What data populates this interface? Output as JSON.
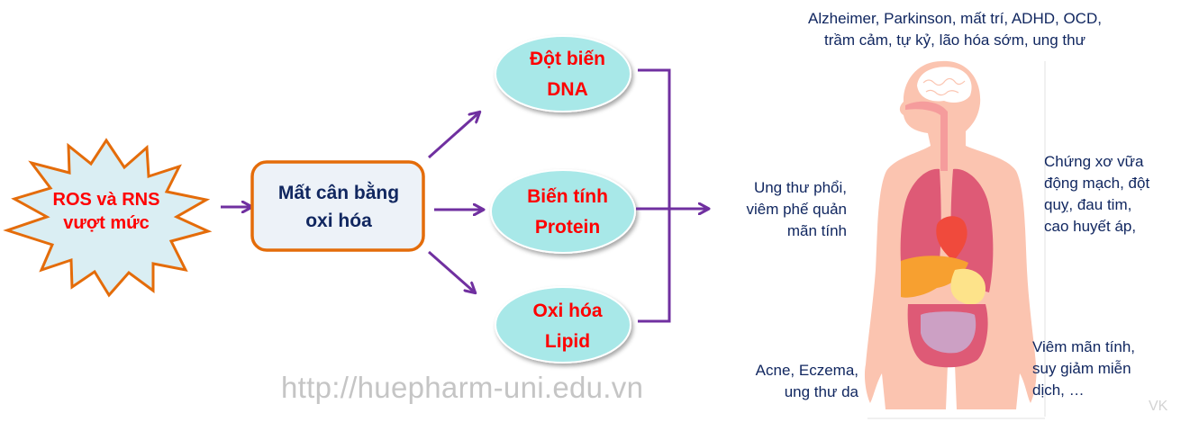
{
  "diagram": {
    "source_node": {
      "line1": "ROS và RNS",
      "line2": "vượt mức",
      "shape": "starburst"
    },
    "middle_node": {
      "line1": "Mất cân bằng",
      "line2": "oxi hóa",
      "shape": "rounded-rectangle"
    },
    "effect_nodes": [
      {
        "line1": "Đột biến",
        "line2": "DNA"
      },
      {
        "line1": "Biến tính",
        "line2": "Protein"
      },
      {
        "line1": "Oxi hóa",
        "line2": "Lipid"
      }
    ],
    "disease_labels": {
      "top": {
        "line1": "Alzheimer,  Parkinson, mất trí, ADHD, OCD,",
        "line2": "trầm cảm, tự kỷ, lão hóa sớm, ung thư"
      },
      "left_middle": {
        "line1": "Ung thư phổi,",
        "line2": "viêm phế quản",
        "line3": "mãn tính"
      },
      "right_middle": {
        "line1": "Chứng xơ vữa",
        "line2": "động mạch, đột",
        "line3": "quỵ, đau tim,",
        "line4": "cao huyết áp,"
      },
      "left_bottom": {
        "line1": "Acne, Eczema,",
        "line2": "ung thư da"
      },
      "right_bottom": {
        "line1": "Viêm mãn tính,",
        "line2": "suy giảm miễn",
        "line3": "dịch, …"
      }
    },
    "body_image": "human-body-organs-illustration",
    "watermark_url": "http://huepharm-uni.edu.vn",
    "signature": "VK"
  },
  "colors": {
    "arrow": "#7030a0",
    "node_border_orange": "#e46c0a",
    "starburst_fill": "#daeef3",
    "box_fill": "#edf2f8",
    "ellipse_fill": "#a8e8e8",
    "red_text": "#ff0000",
    "navy_text": "#112760",
    "skin": "#fbc4b0"
  }
}
